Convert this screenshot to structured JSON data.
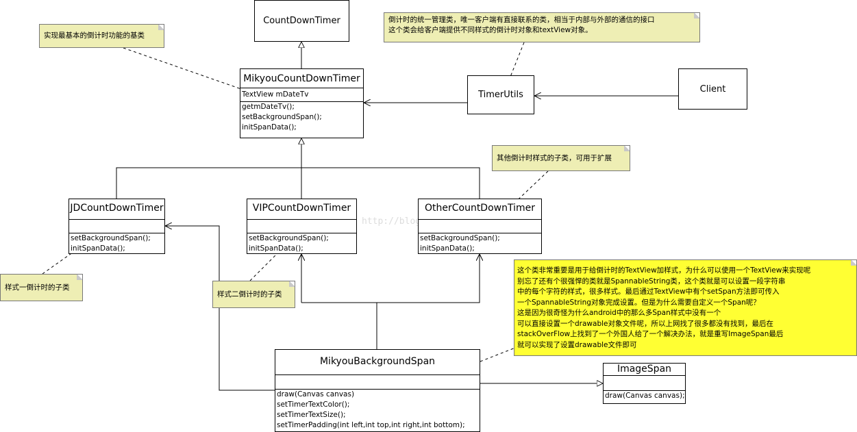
{
  "colors": {
    "note_fill": "#eeeeb4",
    "big_note_fill": "#ffff33",
    "line": "#000000"
  },
  "classes": {
    "countdowntimer": {
      "name": "CountDownTimer"
    },
    "mikyou": {
      "name": "MikyouCountDownTimer",
      "fields": [
        "TextView mDateTv"
      ],
      "methods": [
        "getmDateTv();",
        "setBackgroundSpan();",
        "initSpanData();"
      ]
    },
    "timerutils": {
      "name": "TimerUtils"
    },
    "client": {
      "name": "Client"
    },
    "jd": {
      "name": "JDCountDownTimer",
      "methods": [
        "setBackgroundSpan();",
        "initSpanData();"
      ]
    },
    "vip": {
      "name": "VIPCountDownTimer",
      "methods": [
        "setBackgroundSpan();",
        "initSpanData();"
      ]
    },
    "other": {
      "name": "OtherCountDownTimer",
      "methods": [
        "setBackgroundSpan();",
        "initSpanData();"
      ]
    },
    "bgspan": {
      "name": "MikyouBackgroundSpan",
      "methods": [
        "draw(Canvas canvas)",
        "setTimerTextColor();",
        "setTimerTextSize();",
        "setTimerPadding(int left,int top,int right,int bottom);"
      ]
    },
    "imagespan": {
      "name": "ImageSpan",
      "methods": [
        "draw(Canvas canvas);"
      ]
    }
  },
  "notes": {
    "basic": "实现最基本的倒计时功能的基类",
    "timerutils": [
      "倒计时的统一管理类，唯一客户端有直接联系的类，相当于内部与外部的通信的接口",
      "这个类会给客户端提供不同样式的倒计时对象和textView对象。"
    ],
    "other": "其他倒计时样式的子类，可用于扩展",
    "style1": "样式一倒计时的子类",
    "style2": "样式二倒计时的子类",
    "span": [
      "这个类非常重要是用于给倒计时的TextView加样式，为什么可以使用一个TextView来实现呢",
      "别忘了还有个很强悍的类就是SpannableString类，这个类就是可以设置一段字符串",
      "中的每个字符的样式，很多样式。最后通过TextView中有个setSpan方法即可传入",
      "一个SpannableString对象完成设置。但是为什么需要自定义一个Span呢？",
      "这是因为很奇怪为什么android中的那么多Span样式中没有一个",
      "可以直接设置一个drawable对象文件呢，所以上网找了很多都没有找到，最后在",
      "stackOverFlow上找到了一个外国人给了一个解决办法，就是重写ImageSpan最后",
      "就可以实现了设置drawable文件即可"
    ]
  },
  "watermark": "http://blog.csdn.net/"
}
